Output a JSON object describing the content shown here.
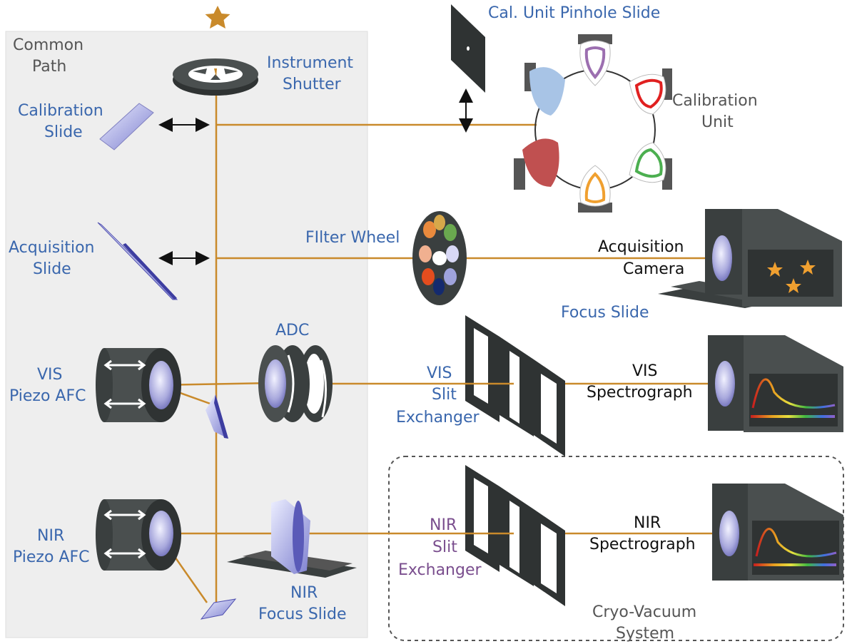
{
  "colors": {
    "beam": "#c98a2b",
    "label_component": "#3a67ad",
    "label_black": "#111111",
    "label_grey": "#555555",
    "label_purple": "#7a4e8e",
    "panel_bg": "#eeeeee",
    "hardware": "#3a3f3f"
  },
  "labels": {
    "common_path": [
      "Common",
      "Path"
    ],
    "instrument_shutter": [
      "Instrument",
      "Shutter"
    ],
    "calibration_slide": [
      "Calibration",
      "Slide"
    ],
    "acquisition_slide": [
      "Acquisition",
      "Slide"
    ],
    "vis_piezo": [
      "VIS",
      "Piezo AFC"
    ],
    "nir_piezo": [
      "NIR",
      "Piezo AFC"
    ],
    "adc": "ADC",
    "filter_wheel": "FIlter Wheel",
    "cal_pinhole": "Cal. Unit Pinhole Slide",
    "calibration_unit": [
      "Calibration",
      "Unit"
    ],
    "acquisition_camera": [
      "Acquisition",
      "Camera"
    ],
    "focus_slide": "Focus Slide",
    "vis_slit": [
      "VIS",
      "Slit",
      "Exchanger"
    ],
    "vis_spectrograph": [
      "VIS",
      "Spectrograph"
    ],
    "nir_slit": [
      "NIR",
      "Slit",
      "Exchanger"
    ],
    "nir_spectrograph": [
      "NIR",
      "Spectrograph"
    ],
    "nir_focus_slide": [
      "NIR",
      "Focus Slide"
    ],
    "cryo": [
      "Cryo-Vacuum",
      "System"
    ]
  },
  "icons": [
    "star-icon",
    "shutter-icon",
    "filter-wheel-icon",
    "camera-icon",
    "spectrograph-icon",
    "slit-exchanger-icon",
    "adc-icon",
    "piezo-afc-icon"
  ]
}
